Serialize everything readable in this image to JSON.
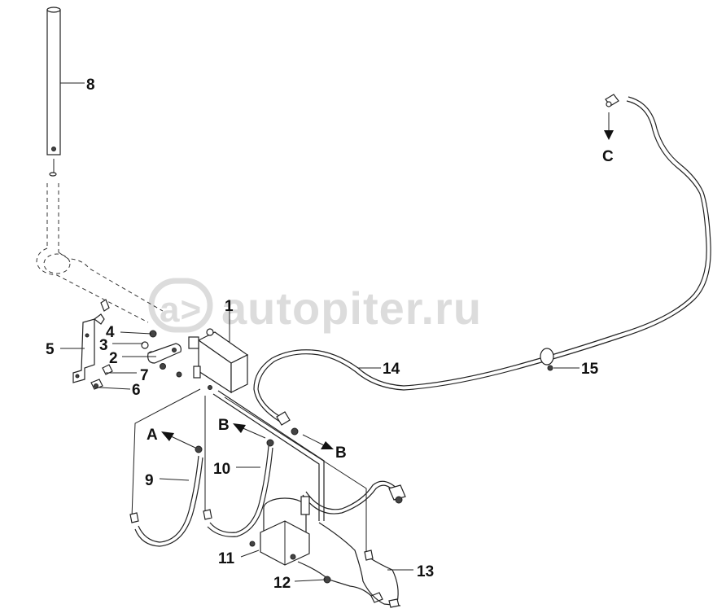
{
  "watermark": "autopiter.ru",
  "watermark_logo": "a>",
  "labels": {
    "p1": "1",
    "p2": "2",
    "p3": "3",
    "p4": "4",
    "p5": "5",
    "p6": "6",
    "p7": "7",
    "p8": "8",
    "p9": "9",
    "p10": "10",
    "p11": "11",
    "p12": "12",
    "p13": "13",
    "p14": "14",
    "p15": "15"
  },
  "connectors": {
    "a": "A",
    "b1": "B",
    "b2": "B",
    "c": "C"
  }
}
